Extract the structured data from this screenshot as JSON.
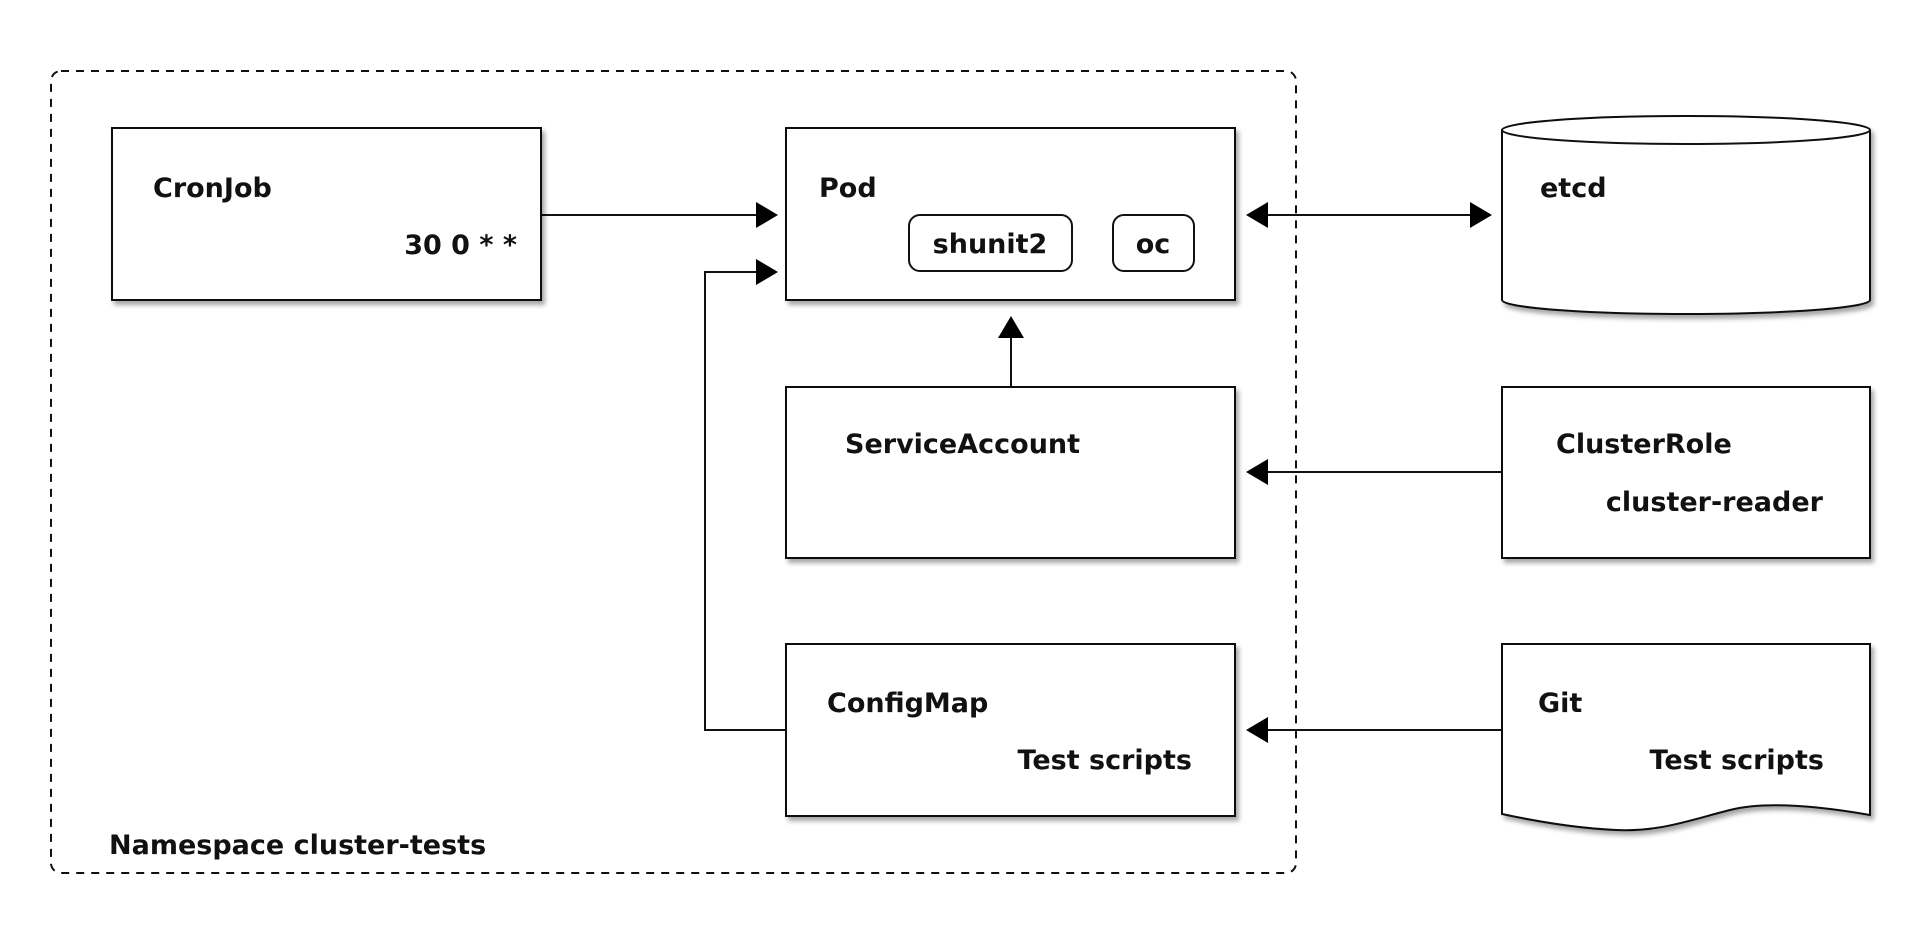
{
  "namespace": {
    "label": "Namespace cluster-tests"
  },
  "nodes": {
    "cronjob": {
      "title": "CronJob",
      "subtitle": "30 0 * *"
    },
    "pod": {
      "title": "Pod",
      "containers": [
        "shunit2",
        "oc"
      ]
    },
    "service_account": {
      "title": "ServiceAccount"
    },
    "configmap": {
      "title": "ConfigMap",
      "subtitle": "Test scripts"
    },
    "etcd": {
      "title": "etcd"
    },
    "cluster_role": {
      "title": "ClusterRole",
      "subtitle": "cluster-reader"
    },
    "git": {
      "title": "Git",
      "subtitle": "Test scripts"
    }
  },
  "icons": {
    "store": "database-cylinder-icon",
    "repository": "document-wave-icon"
  },
  "colors": {
    "stroke": "#111111",
    "fill": "#ffffff",
    "background": "#ffffff"
  }
}
